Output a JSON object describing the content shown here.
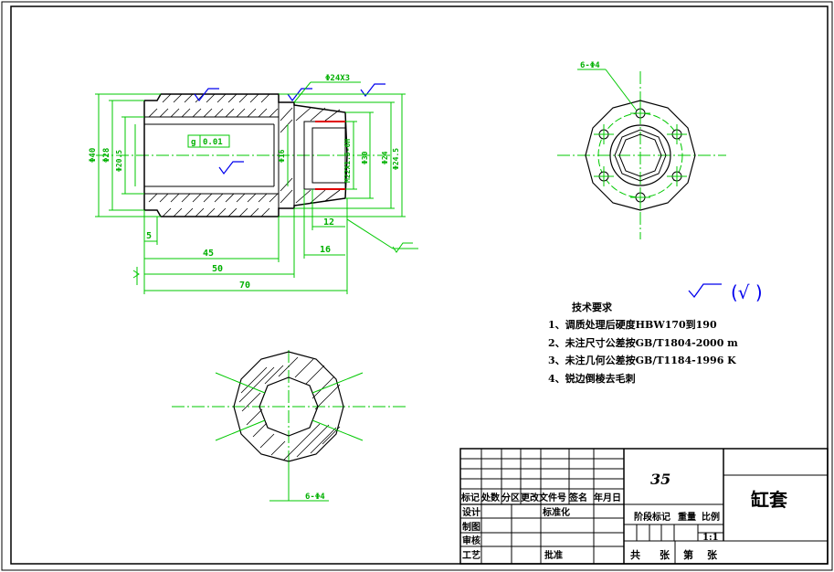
{
  "dims": {
    "d40": "Φ40",
    "d28": "Φ28",
    "d20": "Φ20.5",
    "d16": "Φ16",
    "d30": "Φ30",
    "m22": "M22X1.5-6H",
    "d24": "Φ24",
    "d24b": "Φ24.5",
    "d24top": "Φ24X3",
    "len5": "5",
    "len45": "45",
    "len50": "50",
    "len70": "70",
    "len12": "12",
    "len16": "16",
    "holes_top": "6-Φ4",
    "holes_bottom": "6-Φ4",
    "tolerance_symbol": "g",
    "tolerance_value": "0.01"
  },
  "roughness": {
    "general_mark": "(√ )"
  },
  "notes": {
    "title": "技术要求",
    "items": [
      "1、调质处理后硬度HBW170到190",
      "2、未注尺寸公差按GB/T1804-2000 m",
      "3、未注几何公差按GB/T1184-1996 K",
      "4、锐边倒棱去毛刺"
    ]
  },
  "title_block": {
    "material": "35",
    "part_name": "缸套",
    "row_header": [
      "标记",
      "处数",
      "分区",
      "更改文件号",
      "签名",
      "年月日"
    ],
    "design": "设计",
    "standardize": "标准化",
    "draw": "制图",
    "check": "审核",
    "process": "工艺",
    "approve": "批准",
    "stage_mark": "阶段标记",
    "weight": "重量",
    "scale_label": "比例",
    "scale": "1:1",
    "total": "共",
    "sheet_unit1": "张",
    "sheet_no": "第",
    "sheet_unit2": "张"
  }
}
